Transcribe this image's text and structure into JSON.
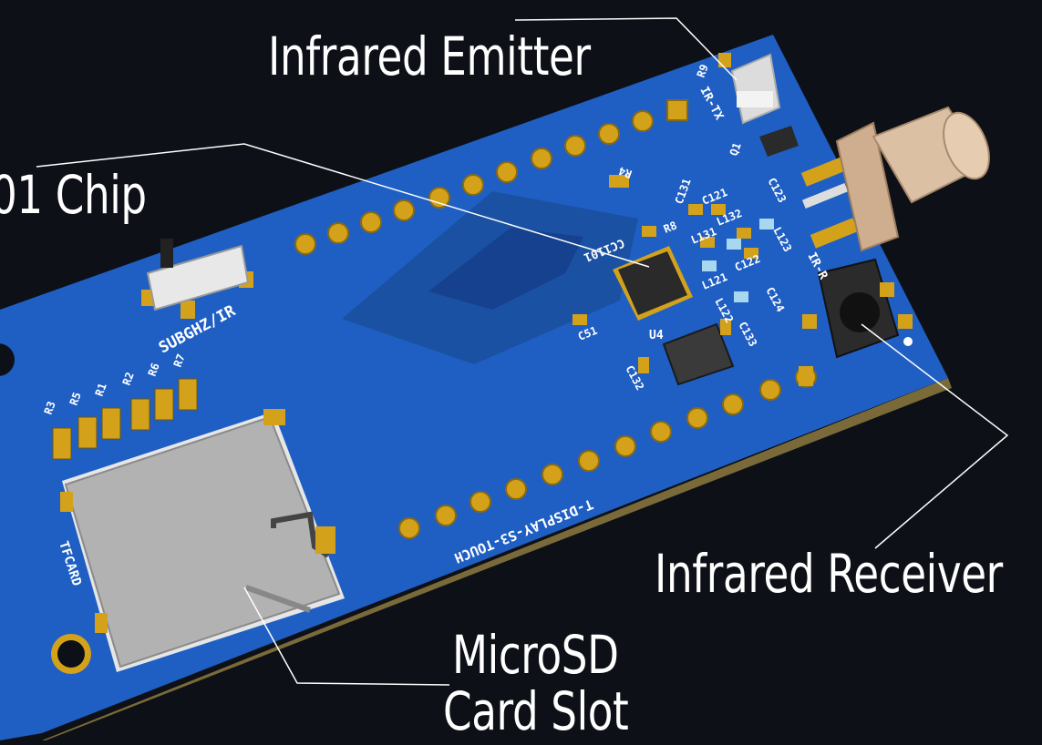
{
  "labels": {
    "infrared_emitter": "Infrared Emitter",
    "chip_partial": "01 Chip",
    "infrared_receiver": "Infrared Receiver",
    "microsd_line1": "MicroSD",
    "microsd_line2": "Card Slot"
  },
  "silkscreen": {
    "switch": "SUBGHZ/IR",
    "board_name": "T-DISPLAY-S3-TOUCH",
    "card": "TFCARD",
    "chip_ref": "CC1101",
    "ir_tx": "IR-TX",
    "ir_rx": "IR-R",
    "u4": "U4",
    "q1": "Q1",
    "r4": "R4",
    "r8": "R8",
    "r9": "R9",
    "r_row": [
      "R3",
      "R5",
      "R1",
      "R2",
      "R6",
      "R7"
    ],
    "c51": "C51",
    "c131": "C131",
    "c121": "C121",
    "c123": "C123",
    "l131": "L131",
    "l132": "L132",
    "l123": "L123",
    "l121": "L121",
    "c122": "C122",
    "l122": "L122",
    "c124": "C124",
    "c133": "C133",
    "c132": "C132"
  },
  "colors": {
    "background": "#0d1016",
    "pcb": "#1f5fc4",
    "pcb_dark": "#15418e",
    "pad_gold": "#d4a21a",
    "sd_metal": "#b2b2b2",
    "sma_brass": "#d8b99a",
    "silk": "#ffffff"
  }
}
